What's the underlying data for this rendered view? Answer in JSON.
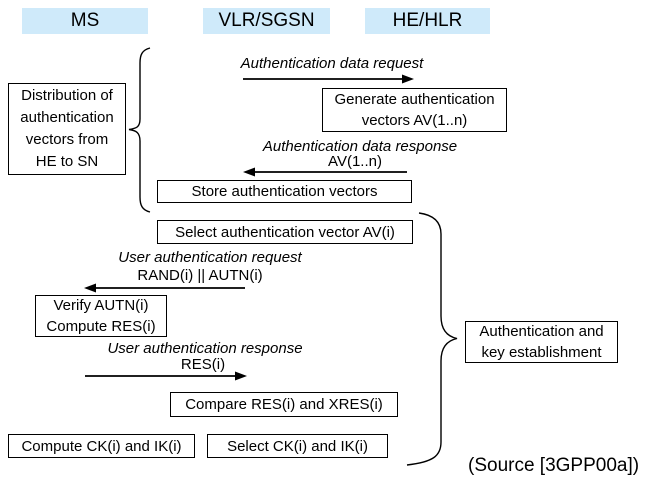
{
  "columns": [
    {
      "label": "MS"
    },
    {
      "label": "VLR/SGSN"
    },
    {
      "label": "HE/HLR"
    }
  ],
  "boxes": {
    "distribution": {
      "text": "Distribution of\nauthentication\nvectors from\nHE to SN"
    },
    "generate": {
      "text": "Generate authentication\nvectors AV(1..n)"
    },
    "store": {
      "text": "Store authentication vectors"
    },
    "select_av": {
      "text": "Select authentication vector AV(i)"
    },
    "verify": {
      "text": "Verify AUTN(i)\nCompute RES(i)"
    },
    "compare": {
      "text": "Compare RES(i) and XRES(i)"
    },
    "compute_ck": {
      "text": "Compute CK(i) and IK(i)"
    },
    "select_ck": {
      "text": "Select CK(i) and IK(i)"
    },
    "auth_key": {
      "text": "Authentication and\nkey establishment"
    }
  },
  "messages": [
    {
      "title": "Authentication data request",
      "param": "",
      "direction": "right"
    },
    {
      "title": "Authentication data response",
      "param": "AV(1..n)",
      "direction": "left"
    },
    {
      "title": "User authentication request",
      "param": "RAND(i) || AUTN(i)",
      "direction": "left"
    },
    {
      "title": "User authentication response",
      "param": "RES(i)",
      "direction": "right"
    }
  ],
  "annotations": {
    "source": "(Source [3GPP00a])"
  },
  "colors": {
    "header_bg": "#cfeafa",
    "box_border": "#000000",
    "line": "#000000",
    "text": "#000000",
    "background": "#ffffff"
  }
}
